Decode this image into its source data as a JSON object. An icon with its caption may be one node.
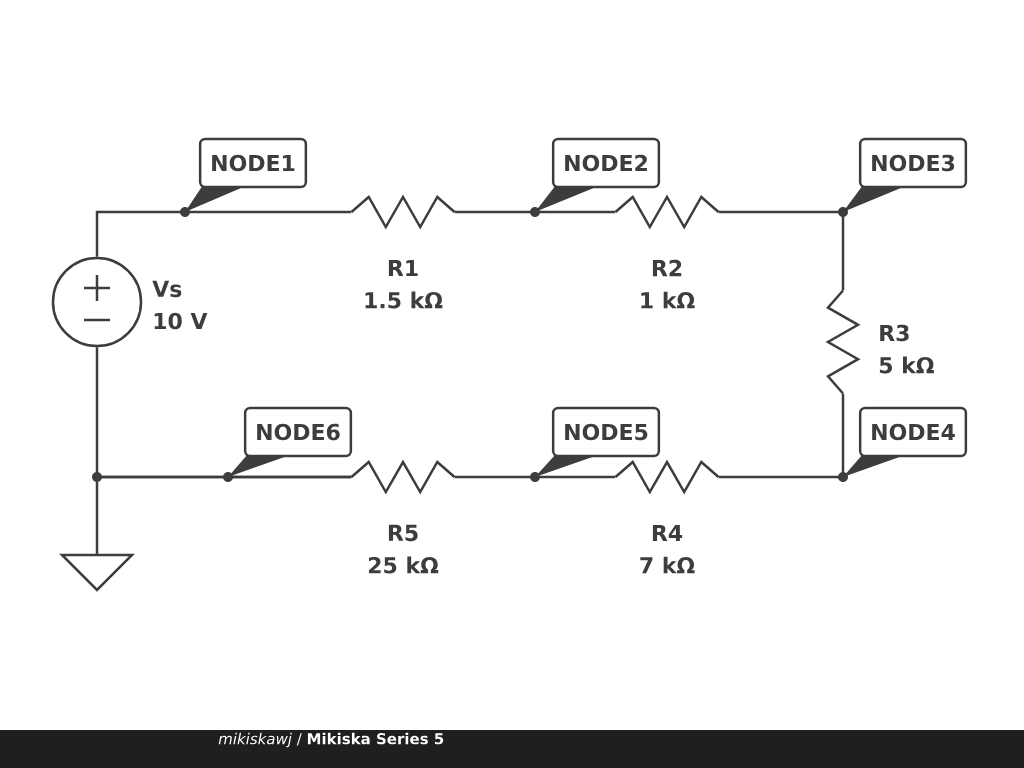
{
  "diagram": {
    "nodes": [
      {
        "text": [
          "NODE1"
        ]
      },
      {
        "text": [
          "NODE2"
        ]
      },
      {
        "text": [
          "NODE3"
        ]
      },
      {
        "text": [],
        "shape": "circle",
        "beside": [
          "Vs",
          "10 V"
        ]
      },
      {
        "text": [],
        "shape": "resistor",
        "beside": [
          "R1",
          "1.5 kΩ"
        ]
      },
      {
        "text": [],
        "shape": "resistor",
        "beside": [
          "R2",
          "1 kΩ"
        ]
      },
      {
        "text": [],
        "shape": "resistor",
        "beside": [
          "R3",
          "5 kΩ"
        ]
      },
      {
        "text": [
          "NODE6"
        ]
      },
      {
        "text": [
          "NODE5"
        ]
      },
      {
        "text": [
          "NODE4"
        ]
      },
      {
        "text": [],
        "shape": "resistor",
        "beside": [
          "R5",
          "25 kΩ"
        ]
      },
      {
        "text": [],
        "shape": "resistor",
        "beside": [
          "R4",
          "7 kΩ"
        ]
      },
      {
        "text": [],
        "shape": "ground"
      }
    ],
    "edges": [
      {
        "from": 3,
        "to": 4,
        "arrow": "none"
      },
      {
        "from": 4,
        "to": 5,
        "arrow": "none"
      },
      {
        "from": 5,
        "to": 6,
        "arrow": "none"
      },
      {
        "from": 6,
        "to": 11,
        "arrow": "none"
      },
      {
        "from": 11,
        "to": 10,
        "arrow": "none"
      },
      {
        "from": 10,
        "to": 3,
        "arrow": "none"
      },
      {
        "from": 10,
        "to": 12,
        "arrow": "none"
      }
    ],
    "labels": [
      "*mikiskawj* / **Mikiska Series 5**"
    ]
  }
}
